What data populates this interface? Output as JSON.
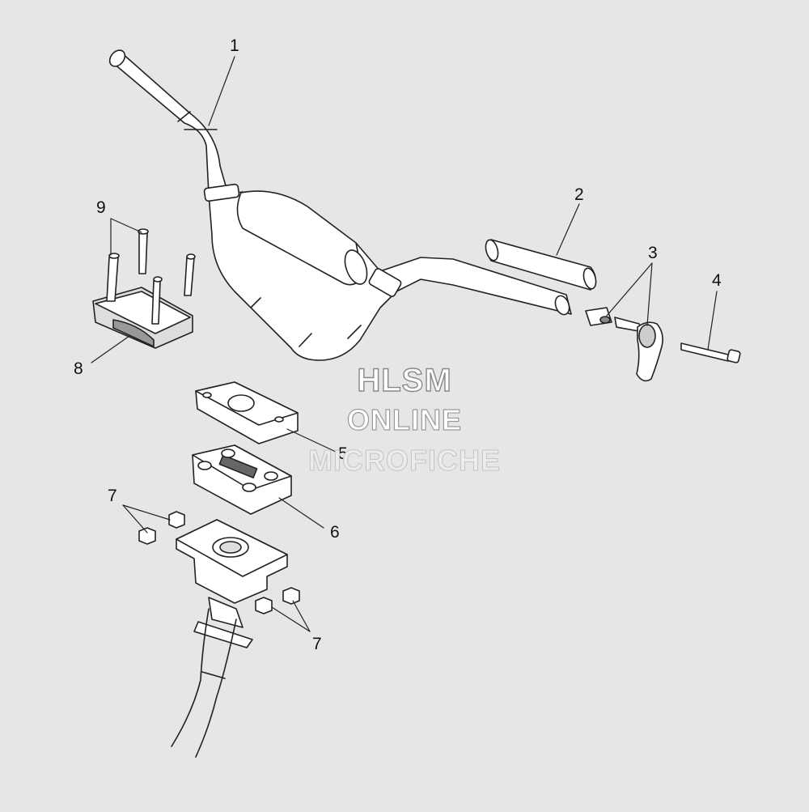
{
  "callouts": [
    {
      "id": "1",
      "label": "1"
    },
    {
      "id": "2",
      "label": "2"
    },
    {
      "id": "3",
      "label": "3"
    },
    {
      "id": "4",
      "label": "4"
    },
    {
      "id": "5",
      "label": "5"
    },
    {
      "id": "6",
      "label": "6"
    },
    {
      "id": "7a",
      "label": "7"
    },
    {
      "id": "7b",
      "label": "7"
    },
    {
      "id": "8",
      "label": "8"
    },
    {
      "id": "9",
      "label": "9"
    }
  ],
  "watermark": {
    "line1": "HLSM",
    "line2": "ONLINE",
    "line3": "MICROFICHE"
  },
  "colors": {
    "background": "#e6e6e6",
    "line": "#222222",
    "part_fill": "#ffffff"
  }
}
